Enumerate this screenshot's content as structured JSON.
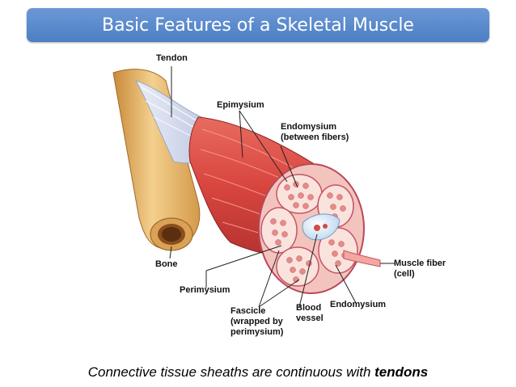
{
  "header": {
    "title": "Basic Features of a Skeletal Muscle"
  },
  "labels": {
    "tendon": "Tendon",
    "epimysium": "Epimysium",
    "endomysium_top_line1": "Endomysium",
    "endomysium_top_line2": "(between fibers)",
    "bone": "Bone",
    "perimysium": "Perimysium",
    "muscle_fiber_line1": "Muscle fiber",
    "muscle_fiber_line2": "(cell)",
    "fascicle_line1": "Fascicle",
    "fascicle_line2": "(wrapped by",
    "fascicle_line3": "perimysium)",
    "blood_vessel_line1": "Blood",
    "blood_vessel_line2": "vessel",
    "endomysium_bottom": "Endomysium"
  },
  "caption": {
    "text": "Connective tissue sheaths are continuous with",
    "emphasis": "tendons"
  },
  "colors": {
    "title_bar": "#5b8bd0",
    "muscle": "#d8453f",
    "bone": "#e8b96a",
    "tendon": "#c7cfe6",
    "fascicle": "#f6d7d0"
  }
}
